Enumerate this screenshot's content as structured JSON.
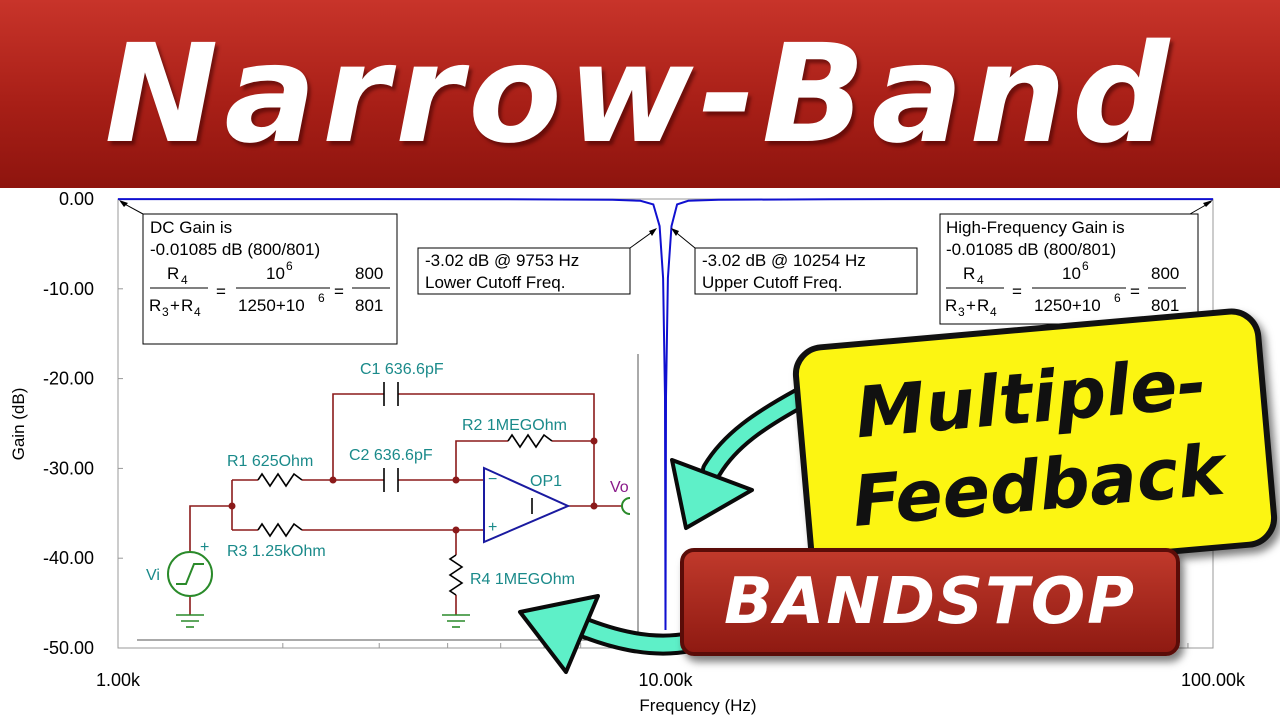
{
  "banner": {
    "title": "Narrow-Band"
  },
  "callouts": {
    "multiple_feedback": [
      "Multiple-",
      "Feedback"
    ],
    "bandstop": "BANDSTOP"
  },
  "colors": {
    "banner": "#b3261e",
    "trace": "#1010d0",
    "callout_yellow": "#fcf512",
    "arrow": "#5ef0c8",
    "schematic_label": "#1a8a8a",
    "wire": "#8b1a1a"
  },
  "chart_data": {
    "type": "line",
    "xlabel": "Frequency (Hz)",
    "ylabel": "Gain (dB)",
    "xscale": "log",
    "xlim": [
      1000,
      100000
    ],
    "ylim": [
      -50,
      0
    ],
    "x_ticks": [
      1000,
      10000,
      100000
    ],
    "x_tick_labels": [
      "1.00k",
      "10.00k",
      "100.00k"
    ],
    "y_ticks": [
      0,
      -10,
      -20,
      -30,
      -40,
      -50
    ],
    "y_tick_labels": [
      "0.00",
      "-10.00",
      "-20.00",
      "-30.00",
      "-40.00",
      "-50.00"
    ],
    "grid": false,
    "series": [
      {
        "x": [
          1000,
          2000,
          5000,
          8000,
          9000,
          9500,
          9753,
          9900,
          9980,
          10000,
          10020,
          10100,
          10254,
          10500,
          11000,
          12500,
          20000,
          50000,
          100000
        ],
        "values": [
          -0.01,
          -0.01,
          -0.02,
          -0.09,
          -0.2,
          -0.6,
          -3.02,
          -8.8,
          -22,
          -48,
          -22,
          -8.8,
          -3.02,
          -0.6,
          -0.2,
          -0.09,
          -0.02,
          -0.01,
          -0.01
        ]
      }
    ],
    "annotations": {
      "dc_gain": {
        "lines": [
          "DC Gain is",
          "-0.01085 dB (800/801)"
        ],
        "formula": {
          "r4": "R",
          "r4_sub": "4",
          "r3": "R",
          "r3_sub": "3",
          "plus": "+",
          "eq": "=",
          "ten": "10",
          "exp": "6",
          "den": "1250+10",
          "num_r": "800",
          "den_r": "801"
        }
      },
      "lower_cutoff": {
        "lines": [
          "-3.02 dB @ 9753 Hz",
          "Lower Cutoff Freq."
        ]
      },
      "upper_cutoff": {
        "lines": [
          "-3.02 dB @ 10254 Hz",
          "Upper Cutoff Freq."
        ]
      },
      "hf_gain": {
        "lines": [
          "High-Frequency Gain is",
          "-0.01085 dB (800/801)"
        ],
        "formula": {
          "r4": "R",
          "r4_sub": "4",
          "r3": "R",
          "r3_sub": "3",
          "plus": "+",
          "eq": "=",
          "ten": "10",
          "exp": "6",
          "den": "1250+10",
          "num_r": "800",
          "den_r": "801"
        }
      }
    }
  },
  "schematic": {
    "c1": "C1 636.6pF",
    "c2": "C2 636.6pF",
    "r1": "R1 625Ohm",
    "r2": "R2 1MEGOhm",
    "r3": "R3 1.25kOhm",
    "r4": "R4 1MEGOhm",
    "op": "OP1",
    "vo": "Vo",
    "vi": "Vi",
    "minus": "−",
    "plus": "+",
    "vi_plus": "+"
  }
}
